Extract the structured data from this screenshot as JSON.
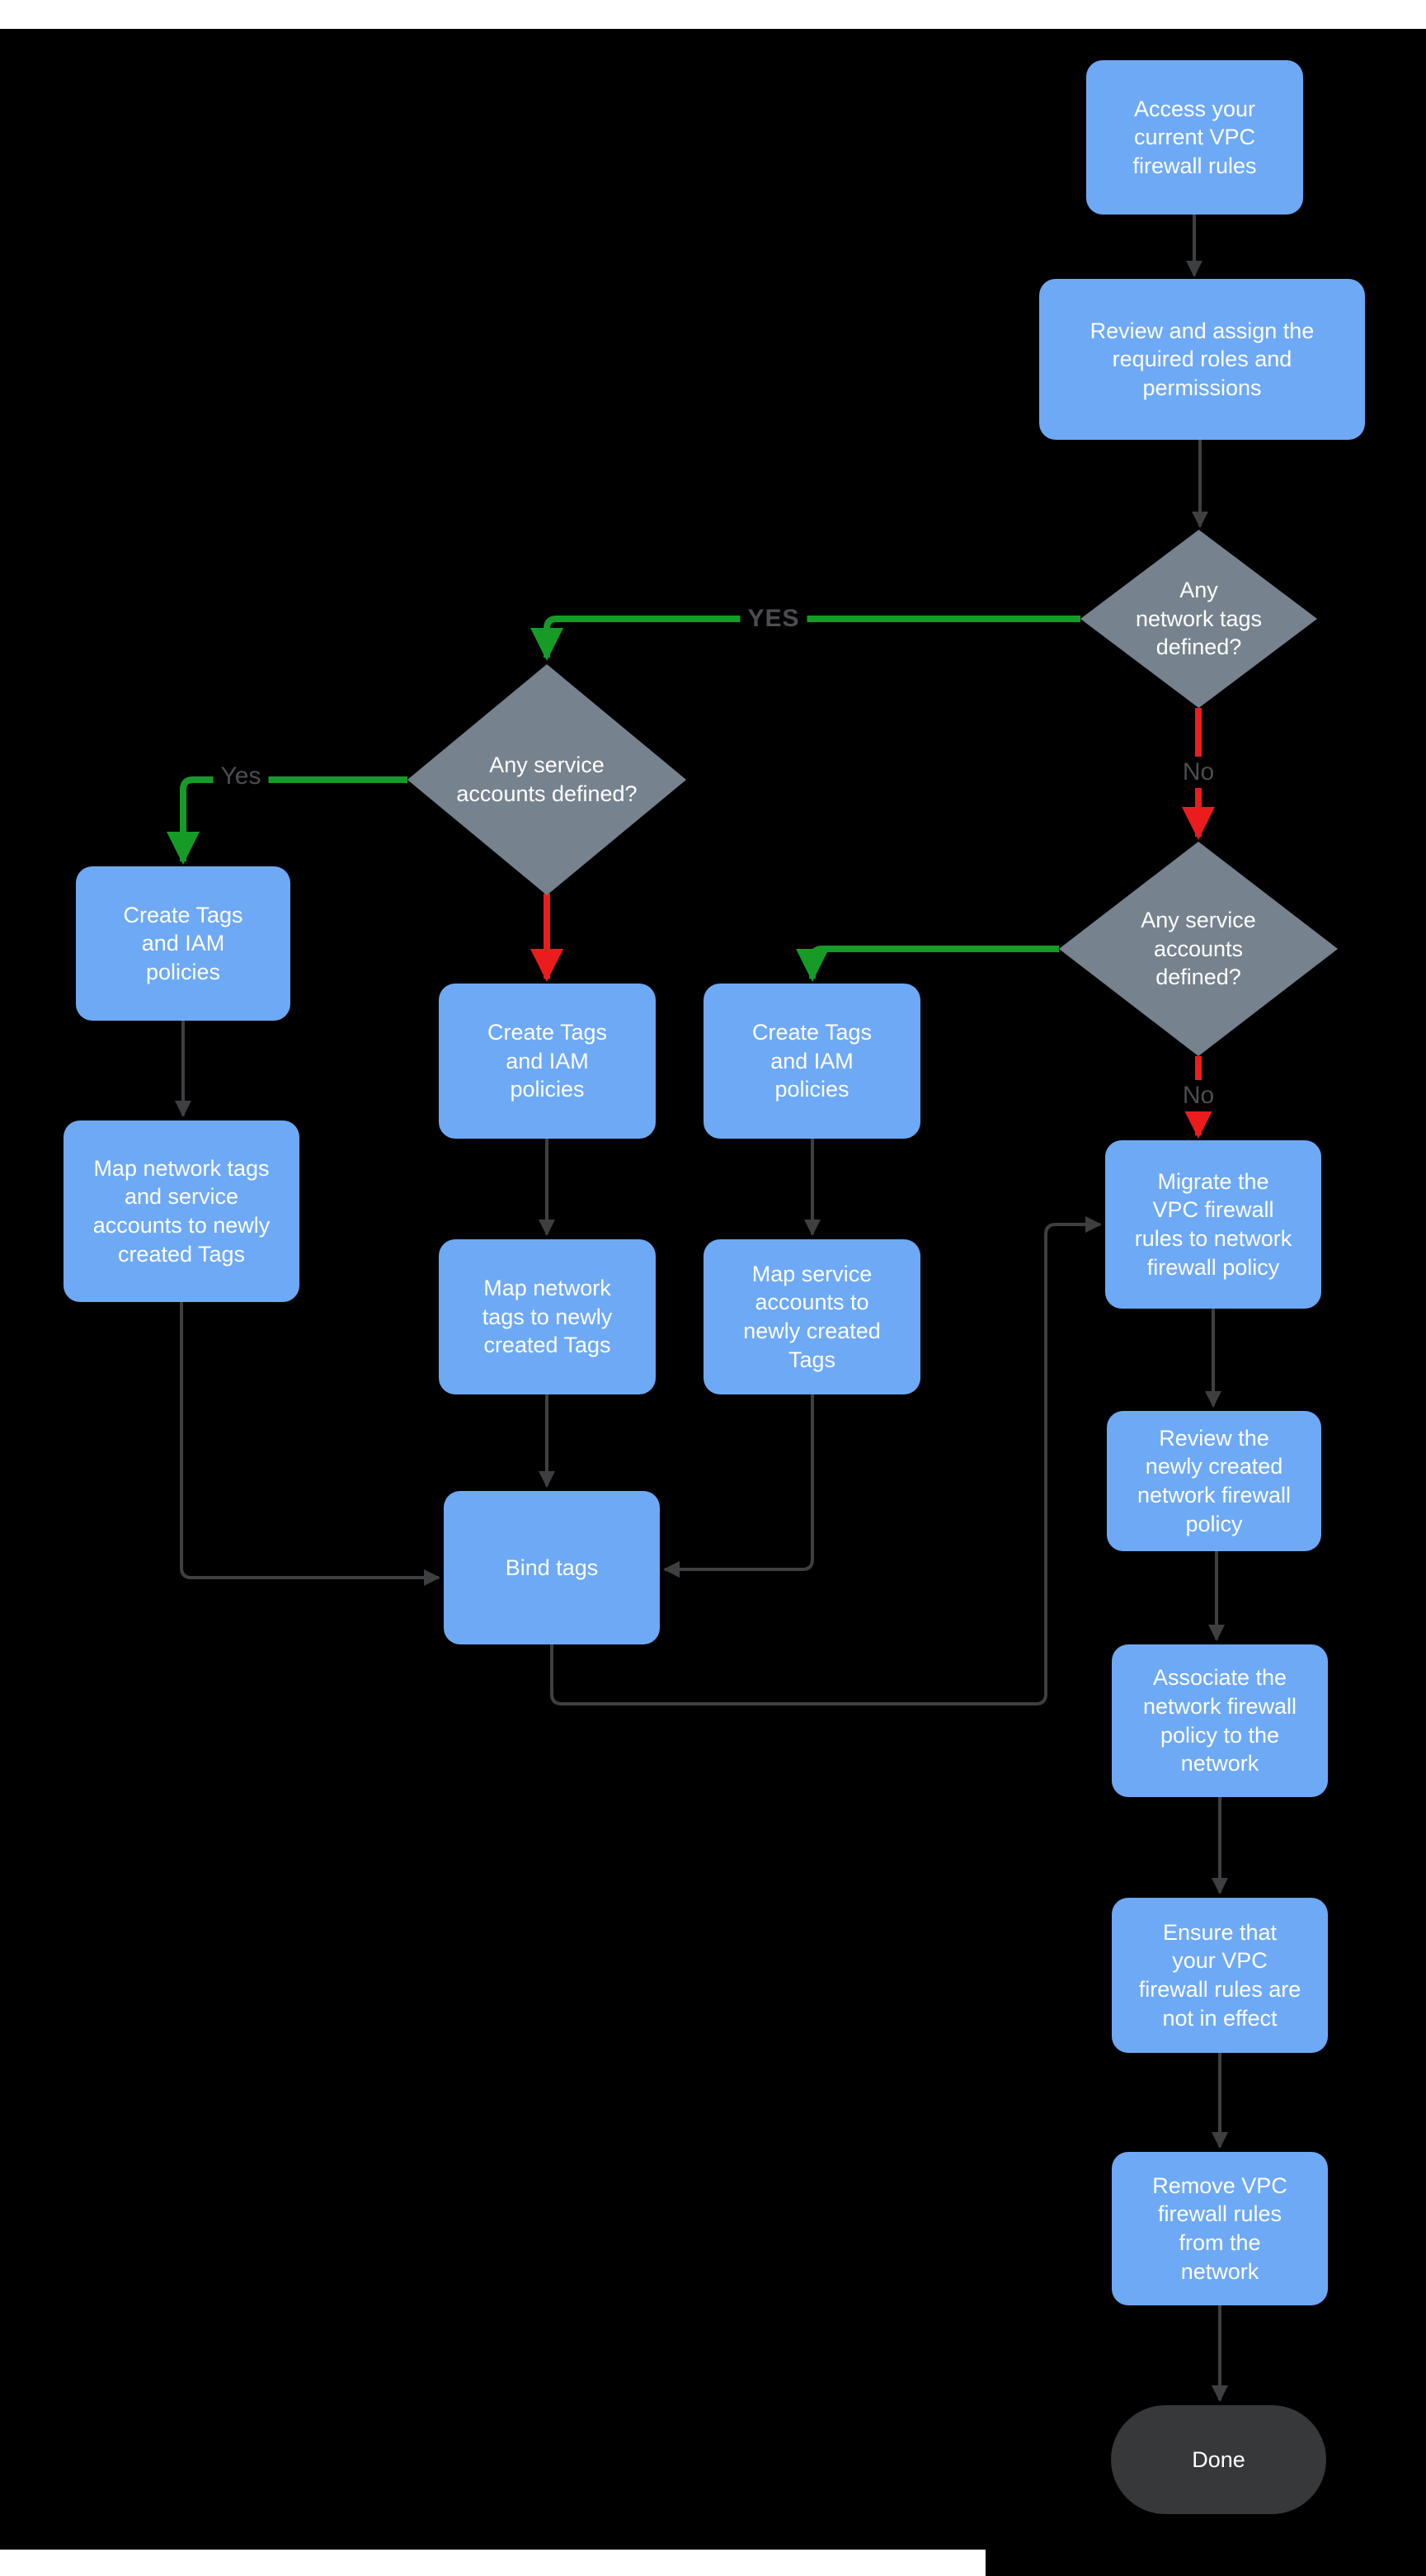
{
  "colors": {
    "background": "#000000",
    "frame-white": "#FFFFFF",
    "node-blue": "#6EA9F6",
    "diamond-gray": "#76828E",
    "terminator-dark": "#373839",
    "node-text": "#FFFFFF",
    "edge-dark": "#3E3F41",
    "edge-green": "#169B27",
    "edge-red": "#EC1C1C",
    "edge-label": "#4D4D51"
  },
  "flowchart": {
    "nodes": {
      "access": {
        "label": "Access your\ncurrent VPC\nfirewall rules"
      },
      "review_roles": {
        "label": "Review and assign the\nrequired roles and\npermissions"
      },
      "network_tags_decision": {
        "label": "Any\nnetwork tags\ndefined?"
      },
      "service_accounts_decision_left": {
        "label": "Any service\naccounts defined?"
      },
      "service_accounts_decision_right": {
        "label": "Any service\naccounts\ndefined?"
      },
      "create_tags_left": {
        "label": "Create Tags\nand IAM\npolicies"
      },
      "create_tags_mid": {
        "label": "Create Tags\nand IAM\npolicies"
      },
      "create_tags_right": {
        "label": "Create Tags\nand IAM\npolicies"
      },
      "map_left": {
        "label": "Map network tags\nand service\naccounts to newly\ncreated Tags"
      },
      "map_mid": {
        "label": "Map network\ntags to newly\ncreated Tags"
      },
      "map_right": {
        "label": "Map service\naccounts  to\nnewly created\nTags"
      },
      "bind_tags": {
        "label": "Bind tags"
      },
      "migrate": {
        "label": "Migrate the\nVPC firewall\nrules to network\nfirewall policy"
      },
      "review_policy": {
        "label": "Review the\nnewly created\nnetwork firewall\npolicy"
      },
      "associate": {
        "label": "Associate the\nnetwork firewall\npolicy to the\nnetwork"
      },
      "ensure": {
        "label": "Ensure that\nyour VPC\nfirewall rules are\nnot in effect"
      },
      "remove": {
        "label": "Remove  VPC\nfirewall rules\nfrom the\nnetwork"
      },
      "done": {
        "label": "Done"
      }
    },
    "edge_labels": {
      "yes_network": "YES",
      "no_network": "No",
      "yes_service": "Yes",
      "no_service": "No"
    }
  }
}
